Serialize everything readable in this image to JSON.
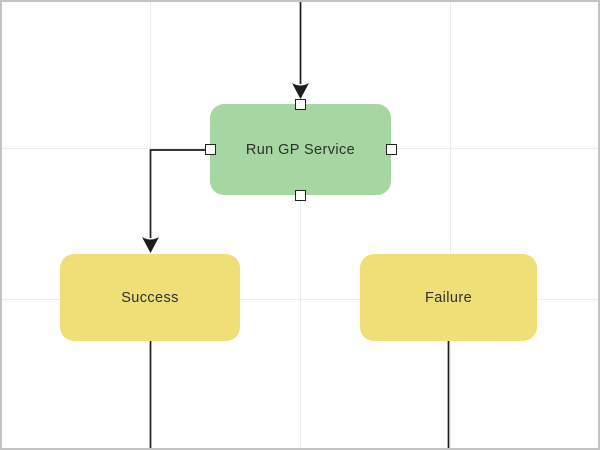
{
  "canvas": {
    "background": "#ffffff",
    "border_color": "#c3c3c3",
    "grid_color": "#ececec"
  },
  "colors": {
    "link": "#1c1c1c",
    "node_text": "#2e2e2e",
    "process_fill": "#a6d6a2",
    "terminal_fill": "#f0df77",
    "handle_fill": "#ffffff",
    "handle_border": "#222222"
  },
  "nodes": [
    {
      "label": "Run GP Service",
      "fill": "#a6d6a2",
      "selected": true
    },
    {
      "label": "Success",
      "fill": "#f0df77",
      "selected": false
    },
    {
      "label": "Failure",
      "fill": "#f0df77",
      "selected": false
    }
  ]
}
